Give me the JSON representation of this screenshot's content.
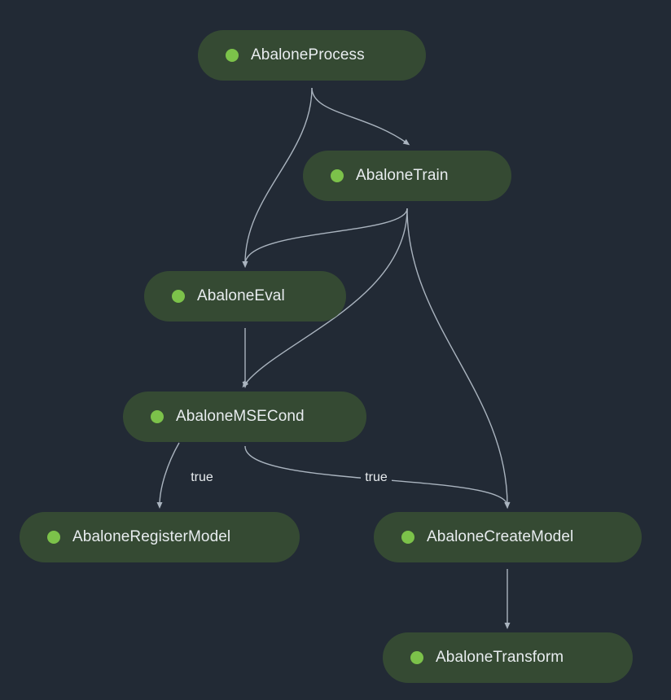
{
  "colors": {
    "background": "#222a35",
    "node_fill": "#354a33",
    "status_dot": "#7cc24a",
    "edge": "#aab4bf",
    "text": "#e8ecef"
  },
  "nodes": [
    {
      "id": "process",
      "label": "AbaloneProcess",
      "status_icon": "status-dot-icon"
    },
    {
      "id": "train",
      "label": "AbaloneTrain",
      "status_icon": "status-dot-icon"
    },
    {
      "id": "eval",
      "label": "AbaloneEval",
      "status_icon": "status-dot-icon"
    },
    {
      "id": "msecond",
      "label": "AbaloneMSECond",
      "status_icon": "status-dot-icon"
    },
    {
      "id": "register",
      "label": "AbaloneRegisterModel",
      "status_icon": "status-dot-icon"
    },
    {
      "id": "createmodel",
      "label": "AbaloneCreateModel",
      "status_icon": "status-dot-icon"
    },
    {
      "id": "transform",
      "label": "AbaloneTransform",
      "status_icon": "status-dot-icon"
    }
  ],
  "edges": [
    {
      "from": "process",
      "to": "train",
      "label": ""
    },
    {
      "from": "process",
      "to": "eval",
      "label": ""
    },
    {
      "from": "train",
      "to": "eval",
      "label": ""
    },
    {
      "from": "train",
      "to": "msecond",
      "label": ""
    },
    {
      "from": "train",
      "to": "createmodel",
      "label": ""
    },
    {
      "from": "eval",
      "to": "msecond",
      "label": ""
    },
    {
      "from": "msecond",
      "to": "register",
      "label": "true"
    },
    {
      "from": "msecond",
      "to": "createmodel",
      "label": "true"
    },
    {
      "from": "createmodel",
      "to": "transform",
      "label": ""
    }
  ]
}
